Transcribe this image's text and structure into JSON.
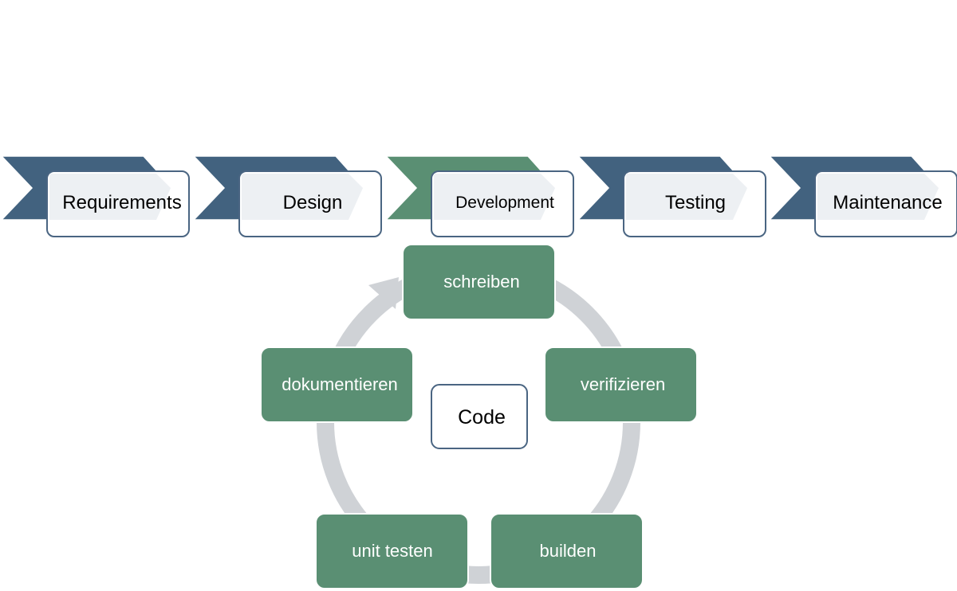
{
  "colors": {
    "chevron_default": "#42627f",
    "chevron_active": "#5a8f73",
    "box_border": "#4a6582",
    "box_fill": "#ffffff",
    "box_inner_fill": "#edf0f3",
    "cycle_box_fill": "#5a8f73",
    "cycle_ring": "#cfd2d6",
    "cycle_text": "#ffffff"
  },
  "process": {
    "stages": [
      {
        "label": "Requirements",
        "active": false
      },
      {
        "label": "Design",
        "active": false
      },
      {
        "label": "Development",
        "active": true
      },
      {
        "label": "Testing",
        "active": false
      },
      {
        "label": "Maintenance",
        "active": false
      }
    ]
  },
  "cycle": {
    "center_label": "Code",
    "steps": [
      {
        "label": "schreiben"
      },
      {
        "label": "verifizieren"
      },
      {
        "label": "builden"
      },
      {
        "label": "unit testen"
      },
      {
        "label": "dokumentieren"
      }
    ]
  }
}
